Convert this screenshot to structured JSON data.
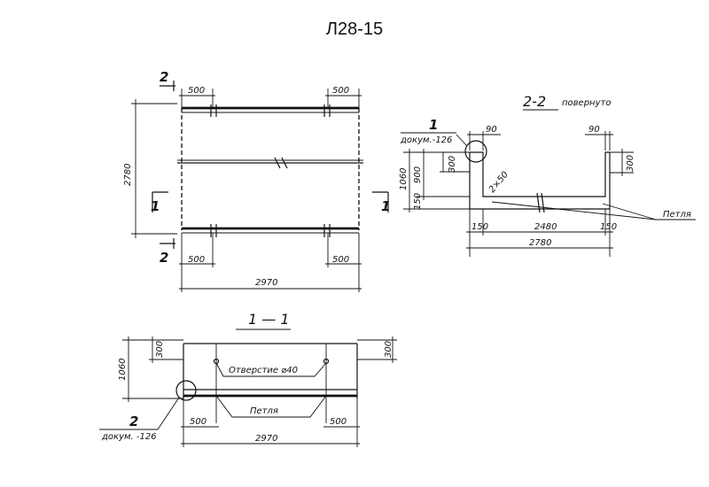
{
  "title": "Л28-15",
  "plan": {
    "cut_2_top": "2",
    "cut_2_bottom": "2",
    "cut_1_left": "1",
    "cut_1_right": "1",
    "dim_top_left": "500",
    "dim_top_right": "500",
    "dim_bottom_left": "500",
    "dim_bottom_right": "500",
    "dim_height": "2780",
    "dim_width": "2970"
  },
  "section_2_2": {
    "title": "2-2",
    "title_note": "повернуто",
    "callout_number": "1",
    "callout_doc": "докум.-126",
    "dim_top_left": "90",
    "dim_top_right": "90",
    "dim_left_total": "1060",
    "dim_left_upper": "900",
    "dim_left_lower": "150",
    "dim_upper_left_side": "300",
    "dim_right_side": "300",
    "dim_diag": "2×50",
    "dim_bottom_left": "150",
    "dim_bottom_mid": "2480",
    "dim_bottom_right": "150",
    "dim_overall": "2780",
    "loop_label": "Петля"
  },
  "section_1_1": {
    "title": "1 — 1",
    "dim_height": "1060",
    "dim_left_top": "300",
    "dim_right_top": "300",
    "hole_label": "Отверстие ⌀40",
    "loop_label": "Петля",
    "dim_bottom_left": "500",
    "dim_bottom_right": "500",
    "dim_width": "2970",
    "callout_number": "2",
    "callout_doc": "докум. -126"
  }
}
